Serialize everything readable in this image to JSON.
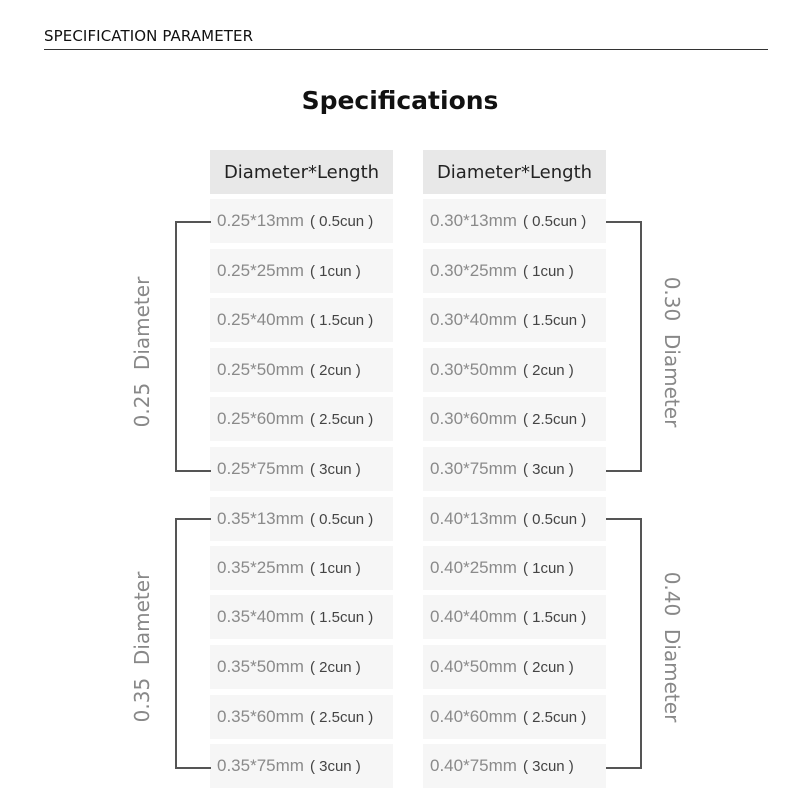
{
  "section_label": "SPECIFICATION PARAMETER",
  "title": "Specifications",
  "headers": [
    "Diameter*Length",
    "Diameter*Length"
  ],
  "left_column": [
    {
      "dim": "0.25*13mm",
      "len": "( 0.5cun )"
    },
    {
      "dim": "0.25*25mm",
      "len": "( 1cun )"
    },
    {
      "dim": "0.25*40mm",
      "len": "( 1.5cun )"
    },
    {
      "dim": "0.25*50mm",
      "len": "( 2cun )"
    },
    {
      "dim": "0.25*60mm",
      "len": "( 2.5cun )"
    },
    {
      "dim": "0.25*75mm",
      "len": "( 3cun )"
    },
    {
      "dim": "0.35*13mm",
      "len": "( 0.5cun )"
    },
    {
      "dim": "0.35*25mm",
      "len": "( 1cun )"
    },
    {
      "dim": "0.35*40mm",
      "len": "( 1.5cun )"
    },
    {
      "dim": "0.35*50mm",
      "len": "( 2cun )"
    },
    {
      "dim": "0.35*60mm",
      "len": "( 2.5cun )"
    },
    {
      "dim": "0.35*75mm",
      "len": "( 3cun )"
    }
  ],
  "right_column": [
    {
      "dim": "0.30*13mm",
      "len": "( 0.5cun )"
    },
    {
      "dim": "0.30*25mm",
      "len": "( 1cun )"
    },
    {
      "dim": "0.30*40mm",
      "len": "( 1.5cun )"
    },
    {
      "dim": "0.30*50mm",
      "len": "( 2cun )"
    },
    {
      "dim": "0.30*60mm",
      "len": "( 2.5cun )"
    },
    {
      "dim": "0.30*75mm",
      "len": "( 3cun )"
    },
    {
      "dim": "0.40*13mm",
      "len": "( 0.5cun )"
    },
    {
      "dim": "0.40*25mm",
      "len": "( 1cun )"
    },
    {
      "dim": "0.40*40mm",
      "len": "( 1.5cun )"
    },
    {
      "dim": "0.40*50mm",
      "len": "( 2cun )"
    },
    {
      "dim": "0.40*60mm",
      "len": "( 2.5cun )"
    },
    {
      "dim": "0.40*75mm",
      "len": "( 3cun )"
    }
  ],
  "group_labels": {
    "g025": "0.25  Diameter",
    "g030": "0.30  Diameter",
    "g035": "0.35  Diameter",
    "g040": "0.40  Diameter"
  },
  "colors": {
    "header_bg": "#e8e8e8",
    "cell_bg": "#f6f6f6",
    "bracket": "#555555",
    "label": "#888888"
  }
}
